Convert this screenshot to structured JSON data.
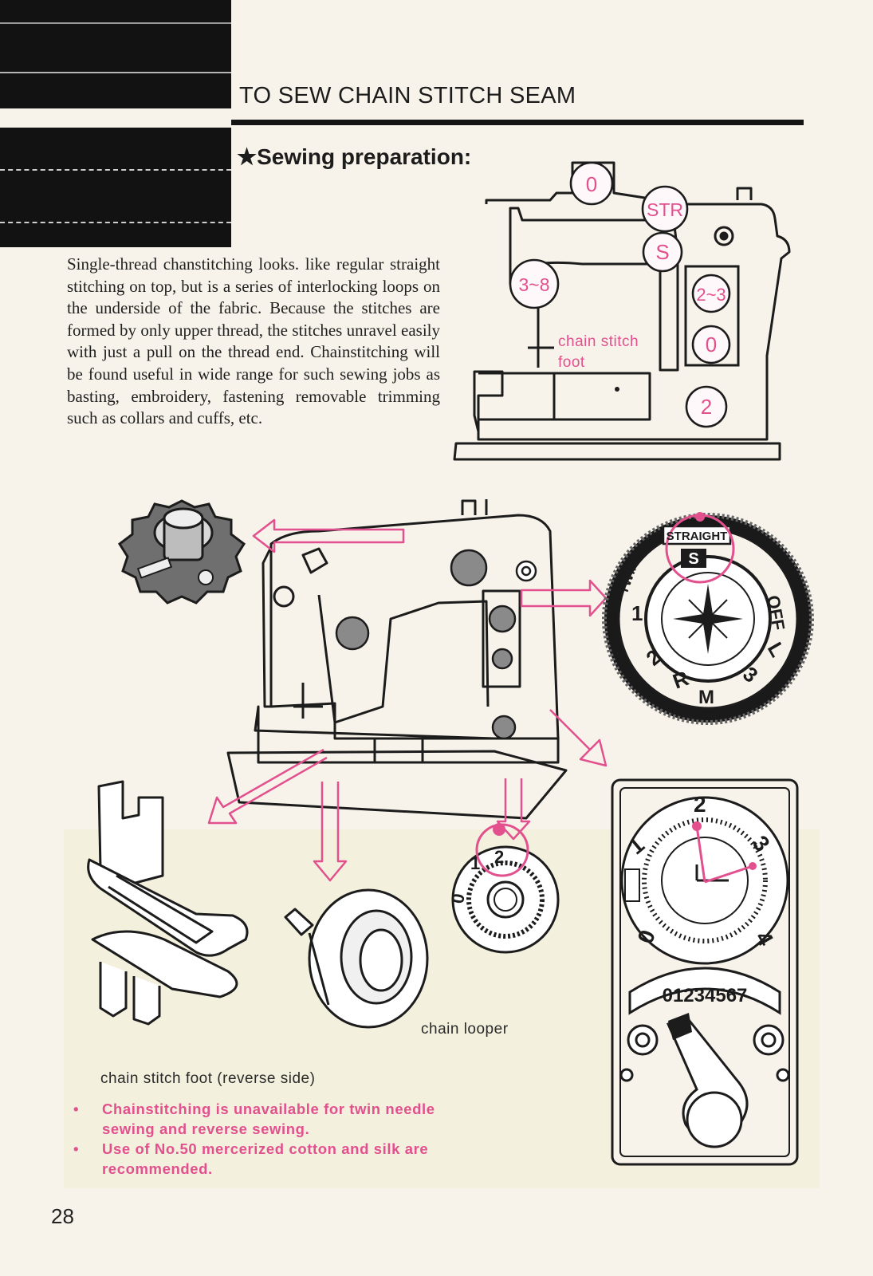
{
  "page": {
    "title": "TO SEW CHAIN STITCH SEAM",
    "subtitle": "★Sewing preparation:",
    "page_number": "28"
  },
  "body": {
    "paragraph": "Single-thread chanstitching looks. like regular straight stitching on top, but is a series of interlocking loops on the underside of the fabric. Because the stitches are formed by only upper thread, the stitches unravel easily with just a pull on the thread end. Chainstitching will be found useful in wide range for such sewing jobs as basting, embroidery, fastening removable trimming such as collars and cuffs, etc."
  },
  "machine_diagram": {
    "settings": {
      "top": "0",
      "selector": "STR",
      "pattern": "S",
      "left": "3~8",
      "right_upper": "2~3",
      "right_middle": "0",
      "right_lower": "2"
    },
    "foot_label": "chain stitch\nfoot"
  },
  "dial": {
    "window_label": "STRAIGHT",
    "window_letter": "S",
    "ring_labels": [
      "TWIN",
      "1",
      "2",
      "R",
      "3",
      "M",
      "L",
      "OFF"
    ]
  },
  "stitch_width_dial": {
    "numbers": [
      "0",
      "1",
      "2",
      "3",
      "4"
    ]
  },
  "stitch_length_scale": {
    "numbers": "01234567"
  },
  "small_knob": {
    "numbers": [
      "0",
      "1",
      "2"
    ]
  },
  "labels": {
    "chain_looper": "chain looper",
    "foot_reverse": "chain stitch foot (reverse side)"
  },
  "notes": [
    {
      "bullet": "•",
      "text": "Chainstitching is unavailable for twin needle sewing and reverse sewing."
    },
    {
      "bullet": "•",
      "text": "Use of No.50 mercerized cotton and silk are recommended."
    }
  ],
  "colors": {
    "accent_pink": "#e2508e",
    "ink": "#1c1c1c",
    "paper": "#f7f3ea",
    "fabric": "#121212"
  }
}
